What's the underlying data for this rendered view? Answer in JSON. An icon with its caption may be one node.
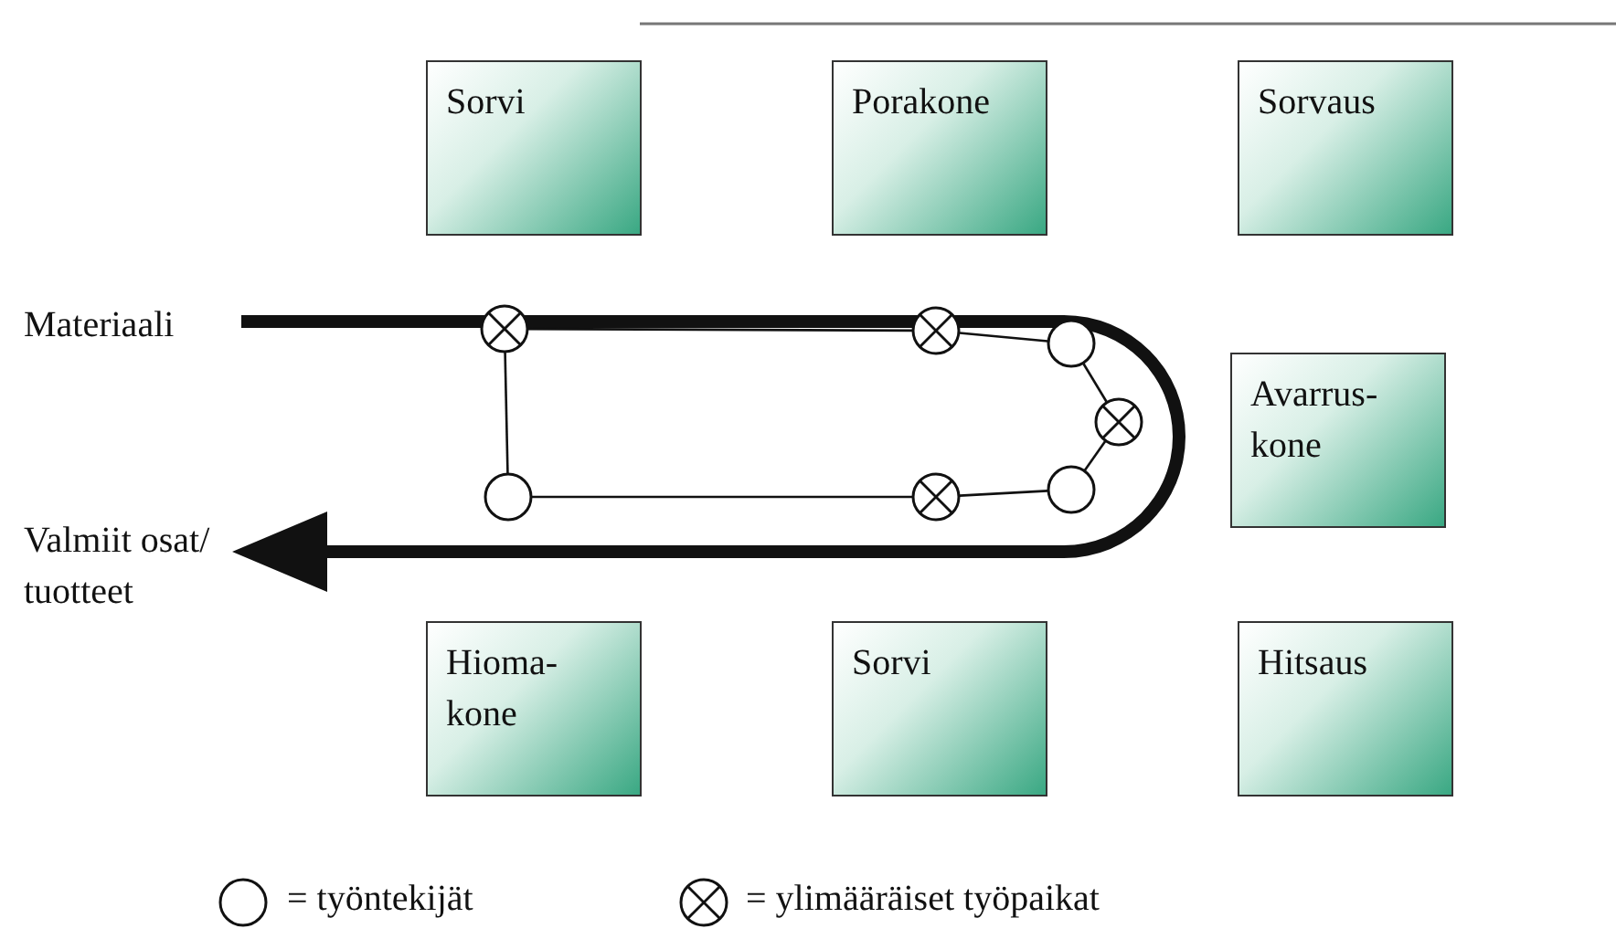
{
  "diagram": {
    "nodes": [
      {
        "text": [
          "Sorvi"
        ]
      },
      {
        "text": [
          "Porakone"
        ]
      },
      {
        "text": [
          "Sorvaus"
        ]
      },
      {
        "text": [
          "Materiaali"
        ]
      },
      {
        "text": [],
        "shape": "cross"
      },
      {
        "text": [],
        "shape": "cross"
      },
      {
        "text": [],
        "shape": "circle"
      },
      {
        "text": [],
        "shape": "cross"
      },
      {
        "text": [
          "Avarrus- kone"
        ]
      },
      {
        "text": [
          "Valmiit osat/ tuotteet"
        ]
      },
      {
        "text": [],
        "shape": "circle"
      },
      {
        "text": [],
        "shape": "cross"
      },
      {
        "text": [],
        "shape": "circle"
      },
      {
        "text": [
          "Hioma- kone"
        ]
      },
      {
        "text": [
          "Sorvi"
        ]
      },
      {
        "text": [
          "Hitsaus"
        ]
      }
    ],
    "edges": [
      {
        "from": 3,
        "to": 9,
        "arrow": "to",
        "style": "thick"
      },
      {
        "from": 4,
        "to": 5,
        "arrow": "none"
      },
      {
        "from": 5,
        "to": 6,
        "arrow": "none"
      },
      {
        "from": 6,
        "to": 7,
        "arrow": "none"
      },
      {
        "from": 7,
        "to": 12,
        "arrow": "none"
      },
      {
        "from": 12,
        "to": 11,
        "arrow": "none"
      },
      {
        "from": 11,
        "to": 10,
        "arrow": "none"
      },
      {
        "from": 10,
        "to": 4,
        "arrow": "none"
      }
    ],
    "legend": [
      {
        "text": "= työntekijät"
      },
      {
        "text": "= ylimääräiset työpaikat"
      }
    ]
  }
}
